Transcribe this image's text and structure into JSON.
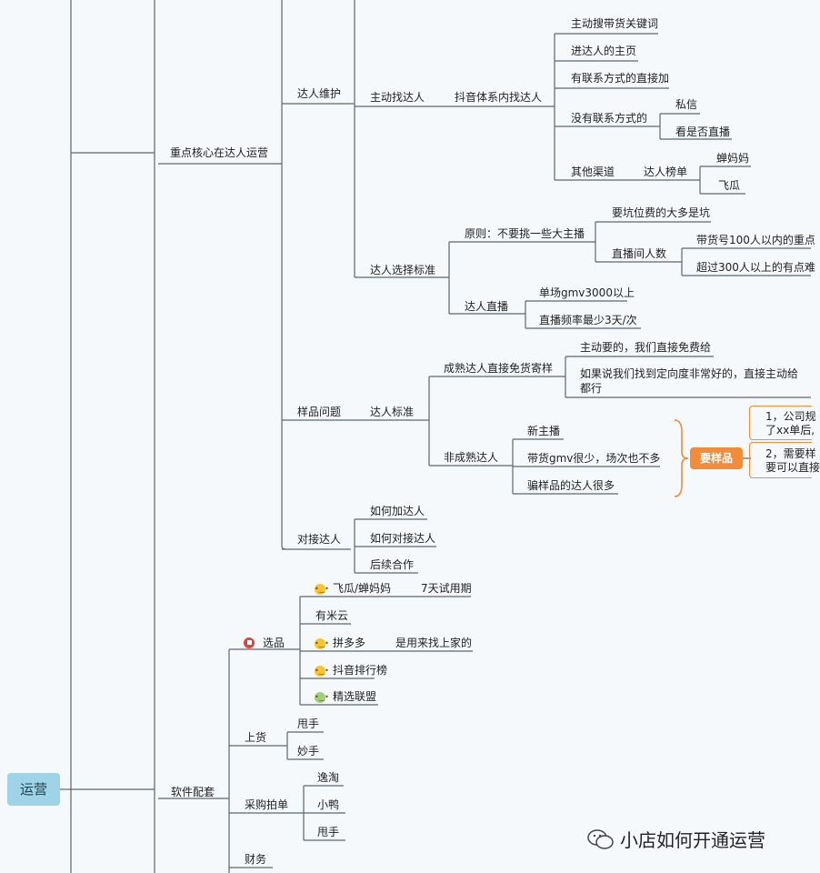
{
  "colors": {
    "line": "#5a6770",
    "root_fill": "#9fd4e8",
    "tag_fill": "#f08c3a",
    "emoji": "#f7c531",
    "flag": "#e0433a"
  },
  "nodes": {
    "root": "运营",
    "core_focus": "重点核心在达人运营",
    "influencer_maintenance": "达人维护",
    "find_influencer": "主动找达人",
    "within_douyin": "抖音体系内找达人",
    "search_keywords": "主动搜带货关键词",
    "visit_homepage": "进达人的主页",
    "with_contact": "有联系方式的直接加",
    "without_contact": "没有联系方式的",
    "dm": "私信",
    "watch_live": "看是否直播",
    "other_channels": "其他渠道",
    "ranking": "达人榜单",
    "chanmama": "蝉妈妈",
    "feigua": "飞瓜",
    "selection_standard": "达人选择标准",
    "principle": "原则：不要挑一些大主播",
    "pit_fee": "要坑位费的大多是坑",
    "live_viewers": "直播间人数",
    "under_100": "带货号100人以内的重点",
    "over_300": "超过300人以上的有点难",
    "influencer_live": "达人直播",
    "gmv_3000": "单场gmv3000以上",
    "frequency": "直播频率最少3天/次",
    "sample_issue": "样品问题",
    "influencer_standard": "达人标准",
    "mature_free_sample": "成熟达人直接免货寄样",
    "ask_free": "主动要的，我们直接免费给",
    "if_precise": "如果说我们找到定向度非常好的，直接主动给都行",
    "non_mature": "非成熟达人",
    "new_anchor": "新主播",
    "low_gmv": "带货gmv很少，场次也不多",
    "sample_scam": "骗样品的达人很多",
    "need_sample": "要样品",
    "note_1": "1，公司规",
    "note_1b": "了xx单后,",
    "note_2": "2，需要样",
    "note_2b": "要可以直接",
    "connect": "对接达人",
    "how_add": "如何加达人",
    "how_connect": "如何对接达人",
    "follow_up": "后续合作",
    "software": "软件配套",
    "selection": "选品",
    "feigua_chanmama": "飞瓜/蝉妈妈",
    "trial": "7天试用期",
    "youmiyun": "有米云",
    "pinduoduo": "拼多多",
    "find_supplier": "是用来找上家的",
    "douyin_rank": "抖音排行榜",
    "jingxuan": "精选联盟",
    "listing": "上货",
    "shuaishou_a": "甩手",
    "miaoshou": "妙手",
    "purchase": "采购拍单",
    "yitao": "逸淘",
    "xiaoya": "小鸭",
    "shuaishou_b": "甩手",
    "finance": "财务"
  },
  "icons": {
    "emoji": "smiley-icon",
    "flag": "flag-icon",
    "wechat": "wechat-icon"
  },
  "watermark": "小店如何开通运营"
}
